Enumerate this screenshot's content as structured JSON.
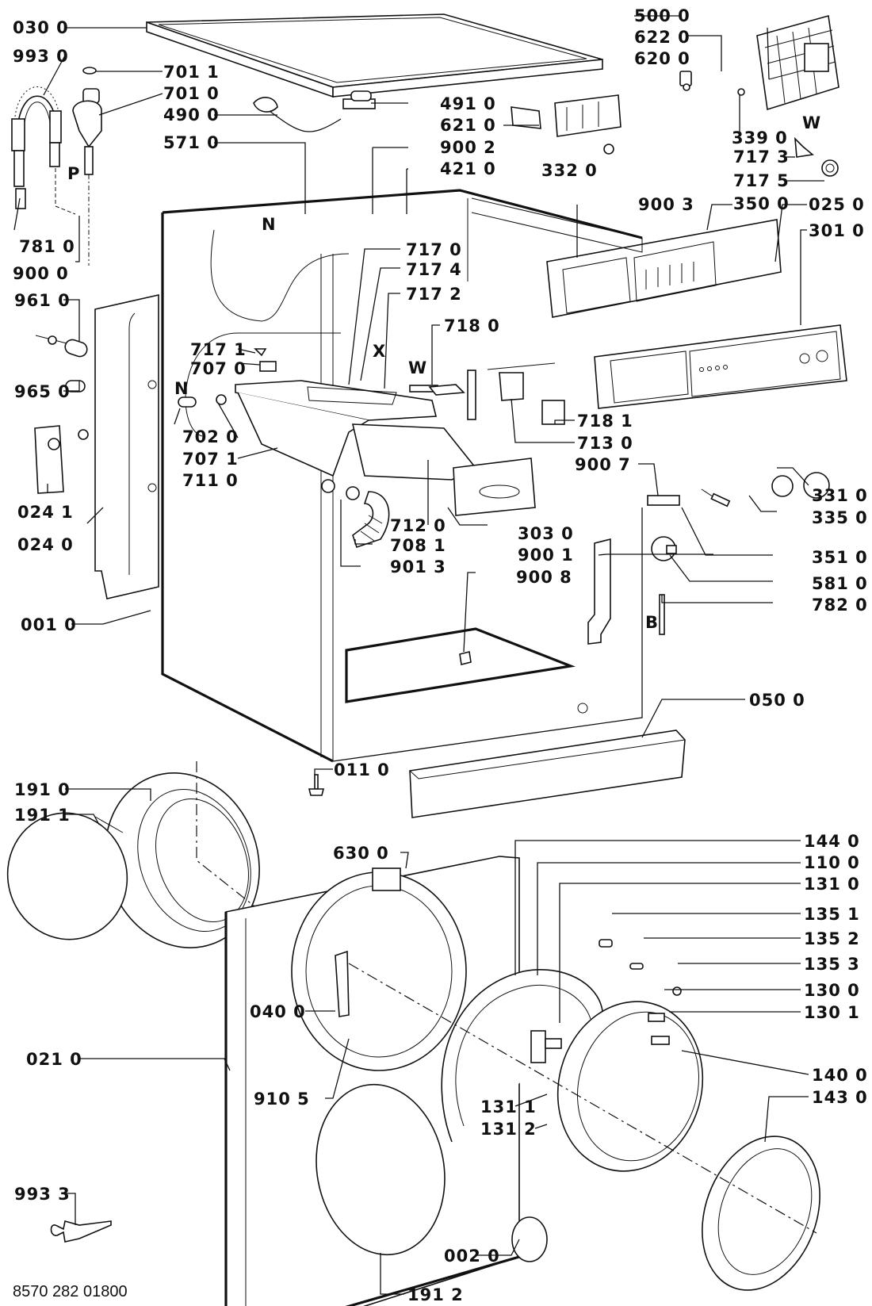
{
  "title": "Exploded parts diagram – washing machine cabinet, controls and door",
  "document_number": "8570 282 01800",
  "callouts": [
    {
      "id": "c0300",
      "text": "030 0",
      "part": "top-cover"
    },
    {
      "id": "c9930",
      "text": "993 0",
      "part": "inlet-hose-bracket"
    },
    {
      "id": "c7011",
      "text": "701 1",
      "part": "valve-cap"
    },
    {
      "id": "c7010",
      "text": "701 0",
      "part": "water-valve"
    },
    {
      "id": "c4900",
      "text": "490 0",
      "part": "mains-cable"
    },
    {
      "id": "c5710",
      "text": "571 0",
      "part": "cable-clamp"
    },
    {
      "id": "c4910",
      "text": "491 0",
      "part": "suppressor"
    },
    {
      "id": "c6210",
      "text": "621 0",
      "part": "relay-board"
    },
    {
      "id": "c9002",
      "text": "900 2",
      "part": "clip"
    },
    {
      "id": "c4210",
      "text": "421 0",
      "part": "solenoid-valve"
    },
    {
      "id": "c5000",
      "text": "500 0",
      "part": "electronic-module"
    },
    {
      "id": "c6220",
      "text": "622 0",
      "part": "connector"
    },
    {
      "id": "c6200",
      "text": "620 0",
      "part": "switch-block"
    },
    {
      "id": "c3390",
      "text": "339 0",
      "part": "small-part"
    },
    {
      "id": "c3320",
      "text": "332 0",
      "part": "lamp"
    },
    {
      "id": "c7173",
      "text": "717 3",
      "part": "dispenser-part"
    },
    {
      "id": "c7175",
      "text": "717 5",
      "part": "dispenser-knob"
    },
    {
      "id": "c3500",
      "text": "350 0",
      "part": "pcb-small"
    },
    {
      "id": "c9003",
      "text": "900 3",
      "part": "clip"
    },
    {
      "id": "c0250",
      "text": "025 0",
      "part": "control-panel-frame"
    },
    {
      "id": "c3010",
      "text": "301 0",
      "part": "control-panel-fascia"
    },
    {
      "id": "c7810",
      "text": "781 0",
      "part": "hose-end"
    },
    {
      "id": "c9000",
      "text": "900 0",
      "part": "hose-bracket"
    },
    {
      "id": "c7170",
      "text": "717 0",
      "part": "dispenser-lid"
    },
    {
      "id": "c7174",
      "text": "717 4",
      "part": "dispenser-spring"
    },
    {
      "id": "c7172",
      "text": "717 2",
      "part": "dispenser-pin"
    },
    {
      "id": "c7180",
      "text": "718 0",
      "part": "bracket"
    },
    {
      "id": "c9610",
      "text": "961 0",
      "part": "damper"
    },
    {
      "id": "c7171",
      "text": "717 1",
      "part": "clip"
    },
    {
      "id": "c7070",
      "text": "707 0",
      "part": "connector"
    },
    {
      "id": "c9650",
      "text": "965 0",
      "part": "ring"
    },
    {
      "id": "c7020",
      "text": "702 0",
      "part": "pin"
    },
    {
      "id": "c7071",
      "text": "707 1",
      "part": "nozzle"
    },
    {
      "id": "c7110",
      "text": "711 0",
      "part": "dispenser-housing"
    },
    {
      "id": "c0241",
      "text": "024 1",
      "part": "hinge-bracket"
    },
    {
      "id": "c0240",
      "text": "024 0",
      "part": "side-panel"
    },
    {
      "id": "c7181",
      "text": "718 1",
      "part": "clip"
    },
    {
      "id": "c7130",
      "text": "713 0",
      "part": "bracket"
    },
    {
      "id": "c9007",
      "text": "900 7",
      "part": "connector"
    },
    {
      "id": "c7120",
      "text": "712 0",
      "part": "drawer-guide"
    },
    {
      "id": "c3030",
      "text": "303 0",
      "part": "dispenser-drawer"
    },
    {
      "id": "c7081",
      "text": "708 1",
      "part": "bellows-hose"
    },
    {
      "id": "c9013",
      "text": "901 3",
      "part": "hose-clamp"
    },
    {
      "id": "c9001",
      "text": "900 1",
      "part": "support-bracket"
    },
    {
      "id": "c9008",
      "text": "900 8",
      "part": "clip"
    },
    {
      "id": "c3310",
      "text": "331 0",
      "part": "program-knob"
    },
    {
      "id": "c3350",
      "text": "335 0",
      "part": "knob"
    },
    {
      "id": "c3510",
      "text": "351 0",
      "part": "sensor"
    },
    {
      "id": "c5810",
      "text": "581 0",
      "part": "pressure-switch"
    },
    {
      "id": "c7820",
      "text": "782 0",
      "part": "tube"
    },
    {
      "id": "c0010",
      "text": "001 0",
      "part": "cabinet"
    },
    {
      "id": "c0500",
      "text": "050 0",
      "part": "kickplate"
    },
    {
      "id": "c0110",
      "text": "011 0",
      "part": "foot"
    },
    {
      "id": "c1910",
      "text": "191 0",
      "part": "door-gasket"
    },
    {
      "id": "c1911",
      "text": "191 1",
      "part": "gasket-spring"
    },
    {
      "id": "c6300",
      "text": "630 0",
      "part": "door-lock"
    },
    {
      "id": "c1440",
      "text": "144 0",
      "part": "door-frame-outer"
    },
    {
      "id": "c1100",
      "text": "110 0",
      "part": "door-trim"
    },
    {
      "id": "c1310",
      "text": "131 0",
      "part": "hinge"
    },
    {
      "id": "c1351",
      "text": "135 1",
      "part": "screw"
    },
    {
      "id": "c1352",
      "text": "135 2",
      "part": "spring"
    },
    {
      "id": "c1353",
      "text": "135 3",
      "part": "washer"
    },
    {
      "id": "c1300",
      "text": "130 0",
      "part": "latch"
    },
    {
      "id": "c1301",
      "text": "130 1",
      "part": "latch-plate"
    },
    {
      "id": "c0400",
      "text": "040 0",
      "part": "door-handle"
    },
    {
      "id": "c0210",
      "text": "021 0",
      "part": "front-panel"
    },
    {
      "id": "c9105",
      "text": "910 5",
      "part": "screw"
    },
    {
      "id": "c1311",
      "text": "131 1",
      "part": "hinge-pin"
    },
    {
      "id": "c1312",
      "text": "131 2",
      "part": "screw"
    },
    {
      "id": "c1400",
      "text": "140 0",
      "part": "door-glass"
    },
    {
      "id": "c1430",
      "text": "143 0",
      "part": "door-ring-inner"
    },
    {
      "id": "c9933",
      "text": "993 3",
      "part": "wrench"
    },
    {
      "id": "c0020",
      "text": "002 0",
      "part": "filter-cap"
    },
    {
      "id": "c1912",
      "text": "191 2",
      "part": "clamp-ring"
    }
  ],
  "letter_markers": {
    "P": "P",
    "N": "N",
    "X": "X",
    "W": "W",
    "B": "B"
  }
}
